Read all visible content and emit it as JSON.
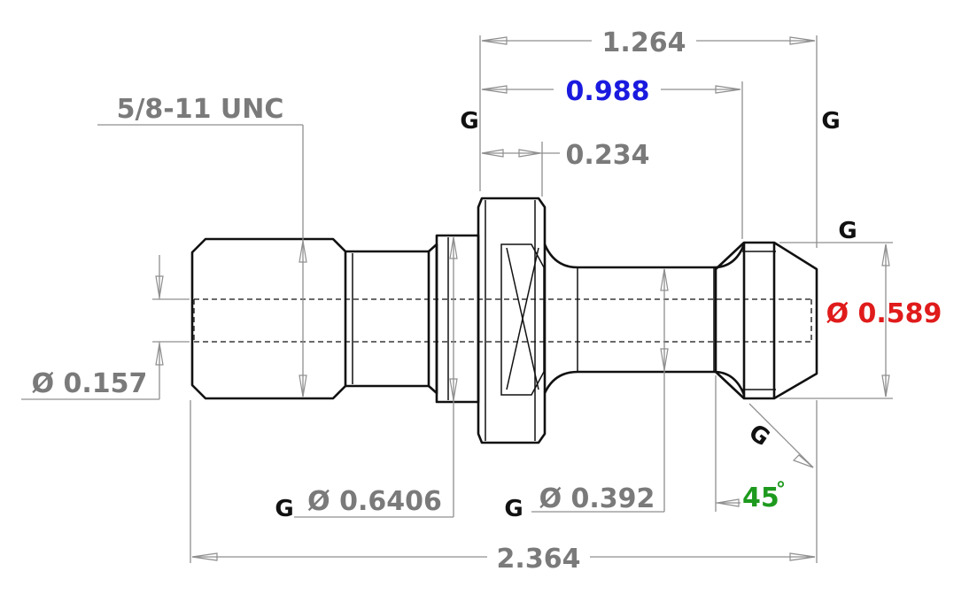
{
  "drawing": {
    "dimensions": {
      "overall_top": "1.264",
      "flange_to_groove": "0.988",
      "flange_width": "0.234",
      "thread": "5/8-11 UNC",
      "bore_dia": "Ø 0.157",
      "flange_dia": "Ø 0.6406",
      "neck_dia": "Ø 0.392",
      "head_dia": "Ø 0.589",
      "overall_length": "2.364",
      "angle_value": "45",
      "angle_degree": "°"
    },
    "gd_marks": {
      "g1": "G",
      "g2": "G",
      "g3": "G",
      "g4": "G",
      "g5": "G",
      "g6": "G"
    },
    "colors": {
      "gray_dim": "#7a7a7a",
      "blue_dim": "#1a1adf",
      "red_dim": "#e01b1b",
      "green_dim": "#1e9a1e",
      "part_line": "#111111"
    }
  }
}
